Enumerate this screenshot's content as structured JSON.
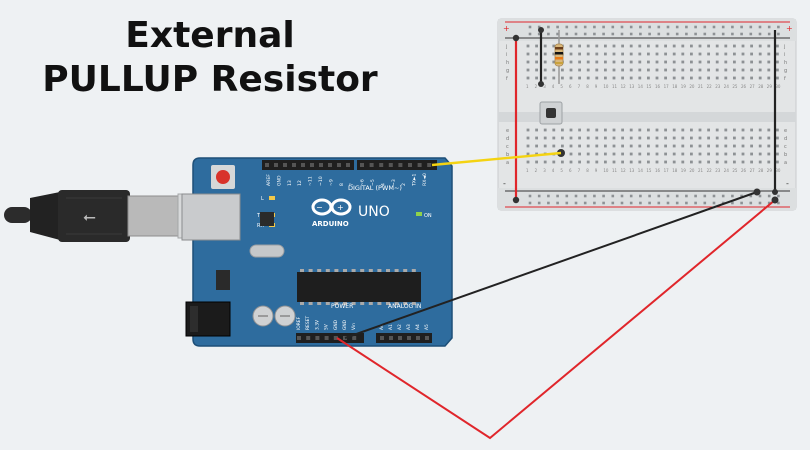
{
  "title": {
    "line1": "External",
    "line2": "PULLUP Resistor"
  },
  "arduino": {
    "brand": "ARDUINO",
    "model": "UNO",
    "section_digital": "DIGITAL (PWM~)",
    "section_power": "POWER",
    "section_analog": "ANALOG IN",
    "led_labels": [
      "L",
      "TX",
      "RX",
      "ON"
    ],
    "digital_pins": [
      "AREF",
      "GND",
      "13",
      "12",
      "~11",
      "~10",
      "~9",
      "8",
      "7",
      "~6",
      "~5",
      "4",
      "~3",
      "2",
      "TX►1",
      "RX◄0"
    ],
    "power_pins": [
      "IOREF",
      "RESET",
      "3.3V",
      "5V",
      "GND",
      "GND",
      "Vin"
    ],
    "analog_pins": [
      "A0",
      "A1",
      "A2",
      "A3",
      "A4",
      "A5"
    ]
  },
  "breadboard": {
    "row_letters_top": [
      "j",
      "i",
      "h",
      "g",
      "f"
    ],
    "row_letters_bottom": [
      "e",
      "d",
      "c",
      "b",
      "a"
    ],
    "column_count": 30,
    "rail_plus": "+",
    "rail_minus": "-"
  },
  "colors": {
    "board": "#2e6c9e",
    "board_edge": "#1d4f78",
    "wire_red": "#e0262b",
    "wire_black": "#222222",
    "wire_yellow": "#f4d312",
    "breadboard": "#e4e6e7"
  }
}
